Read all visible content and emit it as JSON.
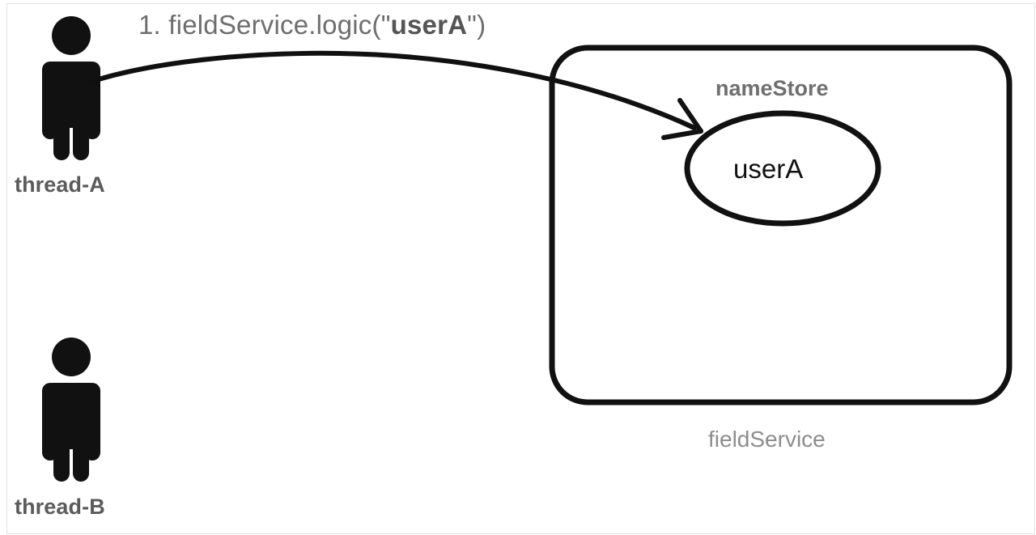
{
  "diagram": {
    "title_text": "",
    "background_color": "#ffffff",
    "stroke_color": "#111111",
    "frame_color": "#e2e2e2"
  },
  "actors": [
    {
      "id": "thread-a",
      "label": "thread-A",
      "icon": "person-icon",
      "color": "#5b5b5b"
    },
    {
      "id": "thread-b",
      "label": "thread-B",
      "icon": "person-icon",
      "color": "#5b5b5b"
    }
  ],
  "message": {
    "sequence": "1. ",
    "call": "fieldService.logic(\"",
    "argument": "userA",
    "call_end": "\")",
    "full_text": "1. fieldService.logic(\"userA\")",
    "color": "#6e6e6e",
    "arg_color": "#555555",
    "arrow": "curved-arrow-icon",
    "from": "thread-A",
    "to": "nameStore"
  },
  "container": {
    "id": "fieldService",
    "label": "fieldService",
    "label_color": "#8d8d8d",
    "shape": "rounded-rectangle"
  },
  "store": {
    "id": "nameStore",
    "label": "nameStore",
    "label_color": "#6f6f6f",
    "shape": "ellipse",
    "value": "userA",
    "value_color": "#111111"
  }
}
